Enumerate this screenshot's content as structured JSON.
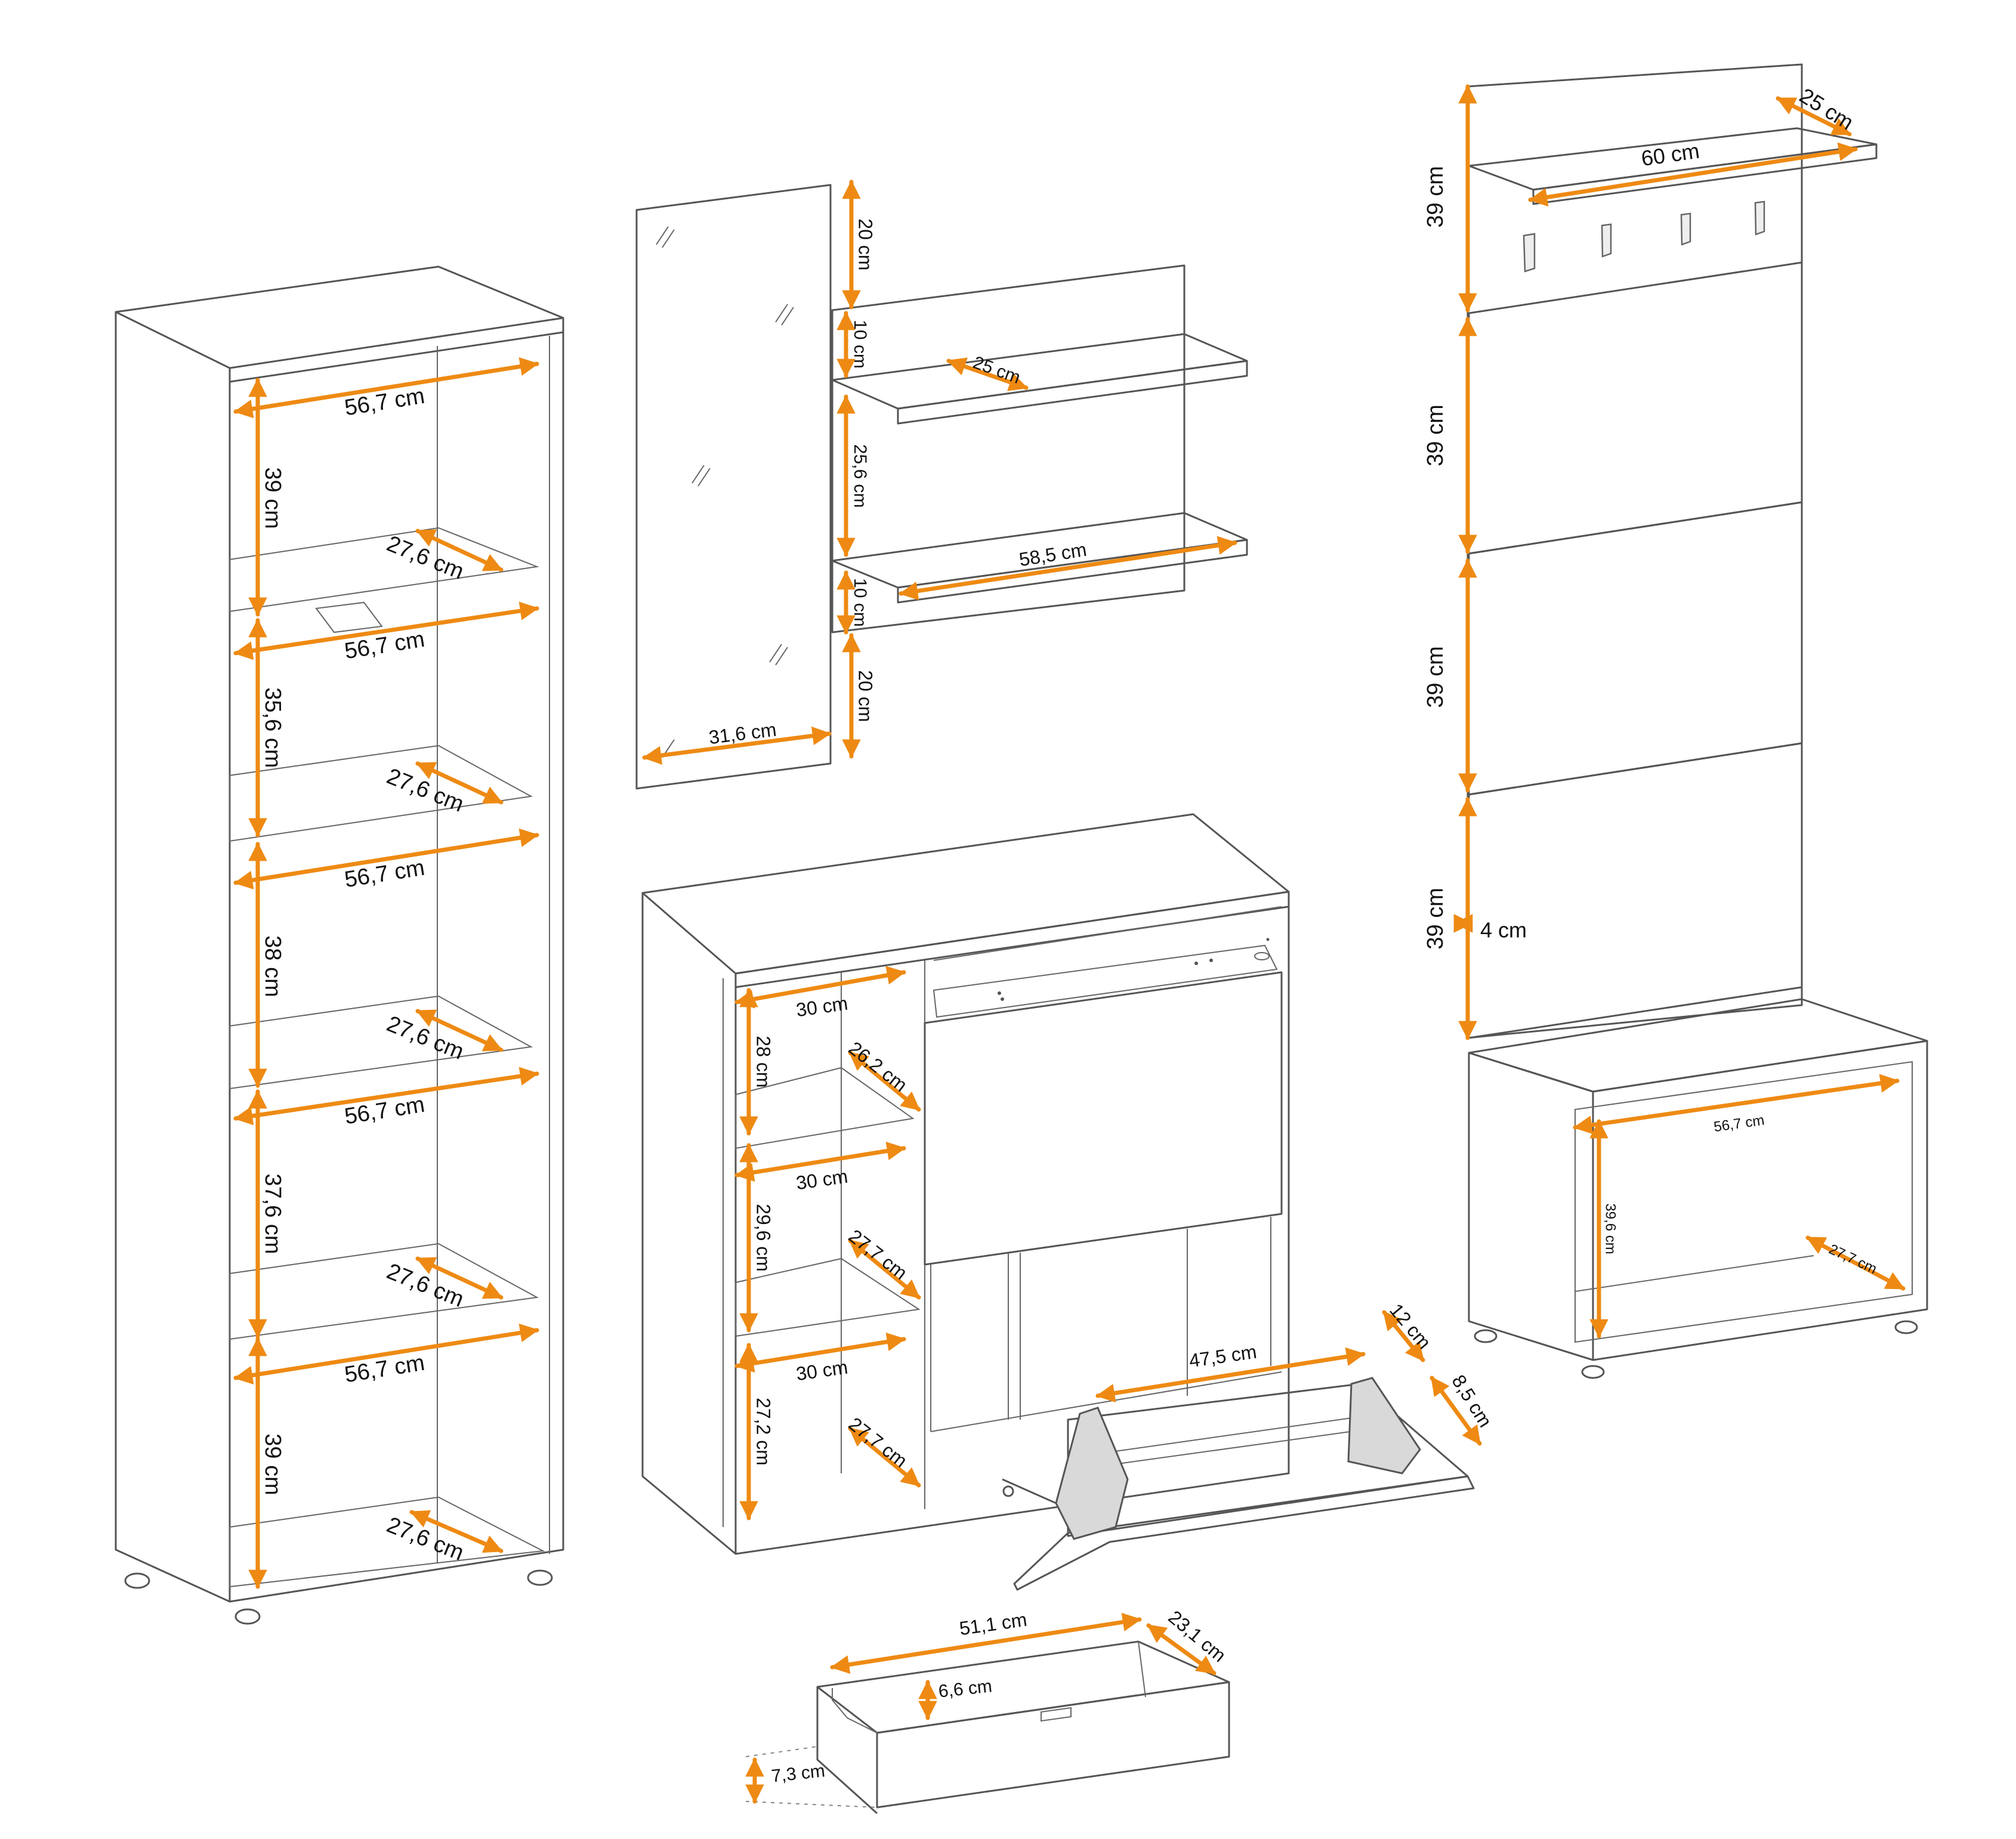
{
  "colors": {
    "dimension": "#EE8A13",
    "outline": "#555555",
    "text": "#111111"
  },
  "labels": {
    "bookcase": [
      "56,7 cm",
      "39 cm",
      "27,6 cm",
      "56,7 cm",
      "35,6 cm",
      "27,6 cm",
      "56,7 cm",
      "38 cm",
      "27,6 cm",
      "56,7 cm",
      "37,6 cm",
      "27,6 cm",
      "56,7 cm",
      "39 cm",
      "27,6 cm"
    ],
    "mirror_shelf": [
      "20 cm",
      "10 cm",
      "25 cm",
      "25,6 cm",
      "58,5 cm",
      "10 cm",
      "20 cm",
      "31,6 cm"
    ],
    "shoe_cabinet": [
      "30 cm",
      "28 cm",
      "26,2 cm",
      "30 cm",
      "29,6 cm",
      "27,7 cm",
      "30 cm",
      "27,2 cm",
      "27,7 cm",
      "47,5 cm",
      "12 cm",
      "8,5 cm"
    ],
    "drawer": [
      "51,1 cm",
      "23,1 cm",
      "6,6 cm",
      "7,3 cm"
    ],
    "hall_panel": [
      "25 cm",
      "60 cm",
      "39 cm",
      "39 cm",
      "39 cm",
      "39 cm",
      "4 cm",
      "56,7 cm",
      "39,6 cm",
      "27,7 cm"
    ]
  }
}
